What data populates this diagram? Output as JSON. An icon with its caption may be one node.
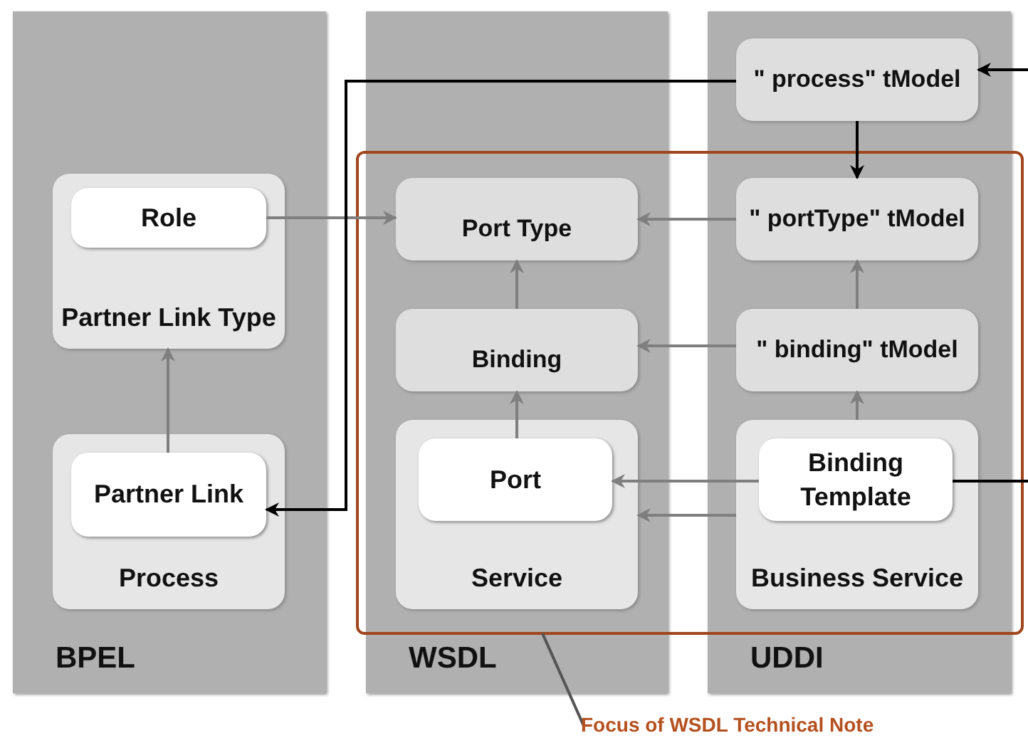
{
  "diagram": {
    "nodes": [
      {
        "text": [
          "BPEL"
        ]
      },
      {
        "text": [
          "Partner Link Type"
        ],
        "in": 0
      },
      {
        "text": [
          "Role"
        ],
        "in": 1
      },
      {
        "text": [
          "Process"
        ],
        "in": 0
      },
      {
        "text": [
          "Partner Link"
        ],
        "in": 3
      },
      {
        "text": [
          "WSDL"
        ]
      },
      {
        "text": [
          "Port Type"
        ],
        "in": 5
      },
      {
        "text": [
          "Binding"
        ],
        "in": 5
      },
      {
        "text": [
          "Service"
        ],
        "in": 5
      },
      {
        "text": [
          "Port"
        ],
        "in": 8
      },
      {
        "text": [
          "UDDI"
        ]
      },
      {
        "text": [
          "\" process\" tModel"
        ],
        "in": 10
      },
      {
        "text": [
          "\" portType\" tModel"
        ],
        "in": 10
      },
      {
        "text": [
          "\" binding\" tModel"
        ],
        "in": 10
      },
      {
        "text": [
          "Business Service"
        ],
        "in": 10
      },
      {
        "text": [
          "Binding Template"
        ],
        "in": 14
      },
      {
        "text": [
          "Focus of WSDL Technical Note"
        ]
      }
    ],
    "edges": [
      {
        "from": 2,
        "to": 6,
        "arrow": "to"
      },
      {
        "from": 4,
        "to": 1,
        "arrow": "to"
      },
      {
        "from": 11,
        "to": 4,
        "arrow": "to",
        "color": "#000000"
      },
      {
        "from": 11,
        "to": 12,
        "arrow": "to",
        "color": "#000000"
      },
      {
        "from": null,
        "to": 11,
        "arrow": "to",
        "color": "#000000"
      },
      {
        "from": 15,
        "to": null,
        "arrow": "none",
        "color": "#000000"
      },
      {
        "from": 12,
        "to": 6,
        "arrow": "to"
      },
      {
        "from": 7,
        "to": 6,
        "arrow": "to"
      },
      {
        "from": 13,
        "to": 12,
        "arrow": "to"
      },
      {
        "from": 13,
        "to": 7,
        "arrow": "to"
      },
      {
        "from": 9,
        "to": 7,
        "arrow": "to"
      },
      {
        "from": 14,
        "to": 13,
        "arrow": "to"
      },
      {
        "from": 15,
        "to": 9,
        "arrow": "to"
      },
      {
        "from": 14,
        "to": 8,
        "arrow": "to"
      },
      {
        "from": 16,
        "to": null,
        "arrow": "none",
        "color": "#555555"
      }
    ]
  }
}
